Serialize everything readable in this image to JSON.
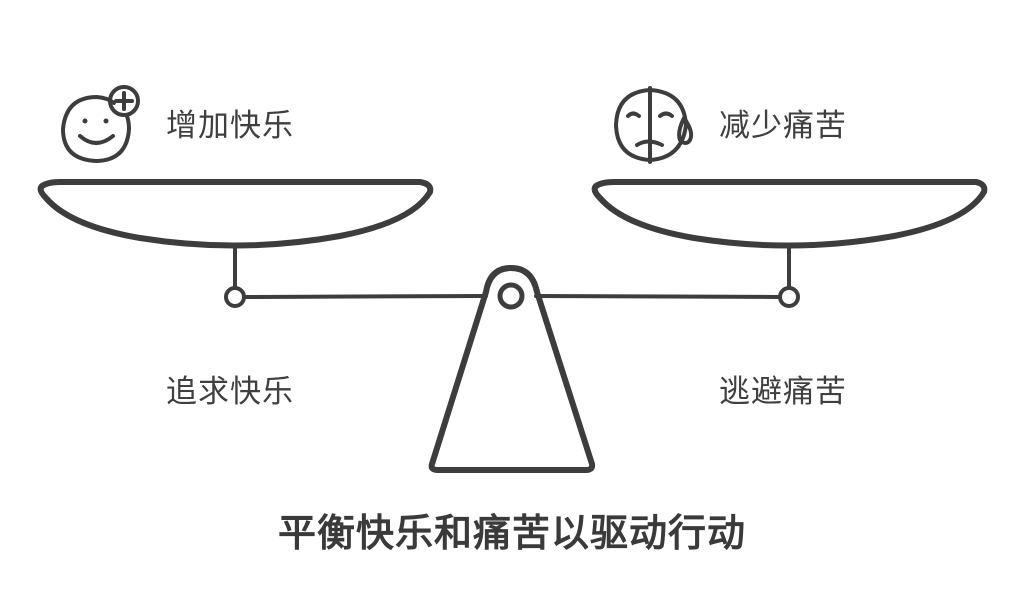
{
  "diagram": {
    "left_pan_label": "增加快乐",
    "right_pan_label": "减少痛苦",
    "left_base_label": "追求快乐",
    "right_base_label": "逃避痛苦",
    "caption": "平衡快乐和痛苦以驱动行动"
  },
  "icons": {
    "left": "happy-face-plus-icon",
    "right": "sad-face-tear-icon"
  },
  "colors": {
    "stroke": "#3d3d3d",
    "background": "#ffffff"
  }
}
